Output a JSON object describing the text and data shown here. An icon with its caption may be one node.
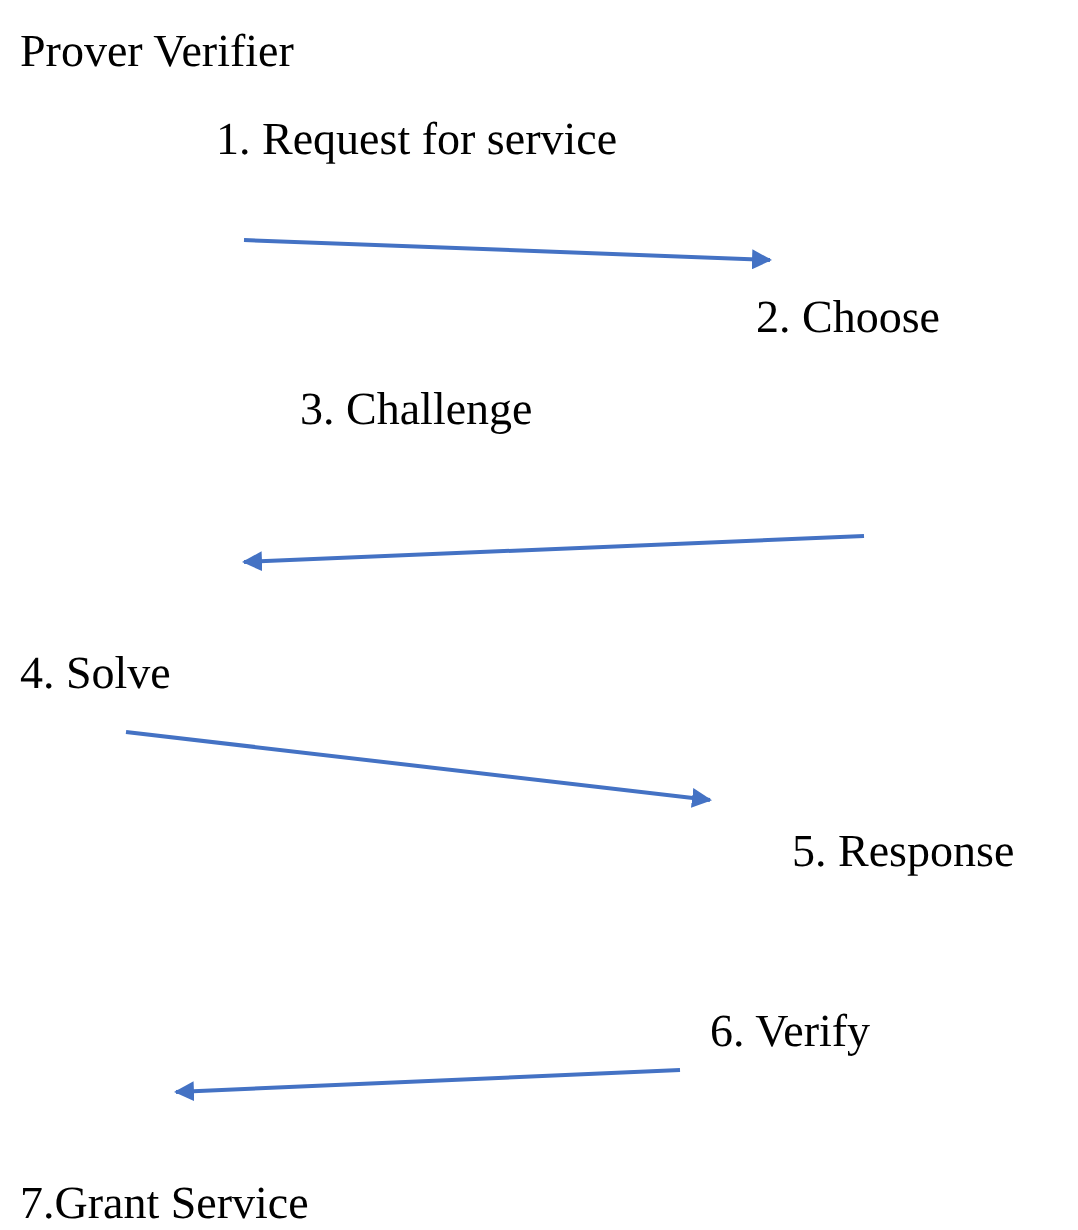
{
  "diagram": {
    "labels": [
      "Prover Verifier",
      "1. Request for service",
      "2. Choose",
      "3. Challenge",
      "4. Solve",
      "5. Response",
      "6. Verify",
      "7.Grant Service"
    ]
  }
}
